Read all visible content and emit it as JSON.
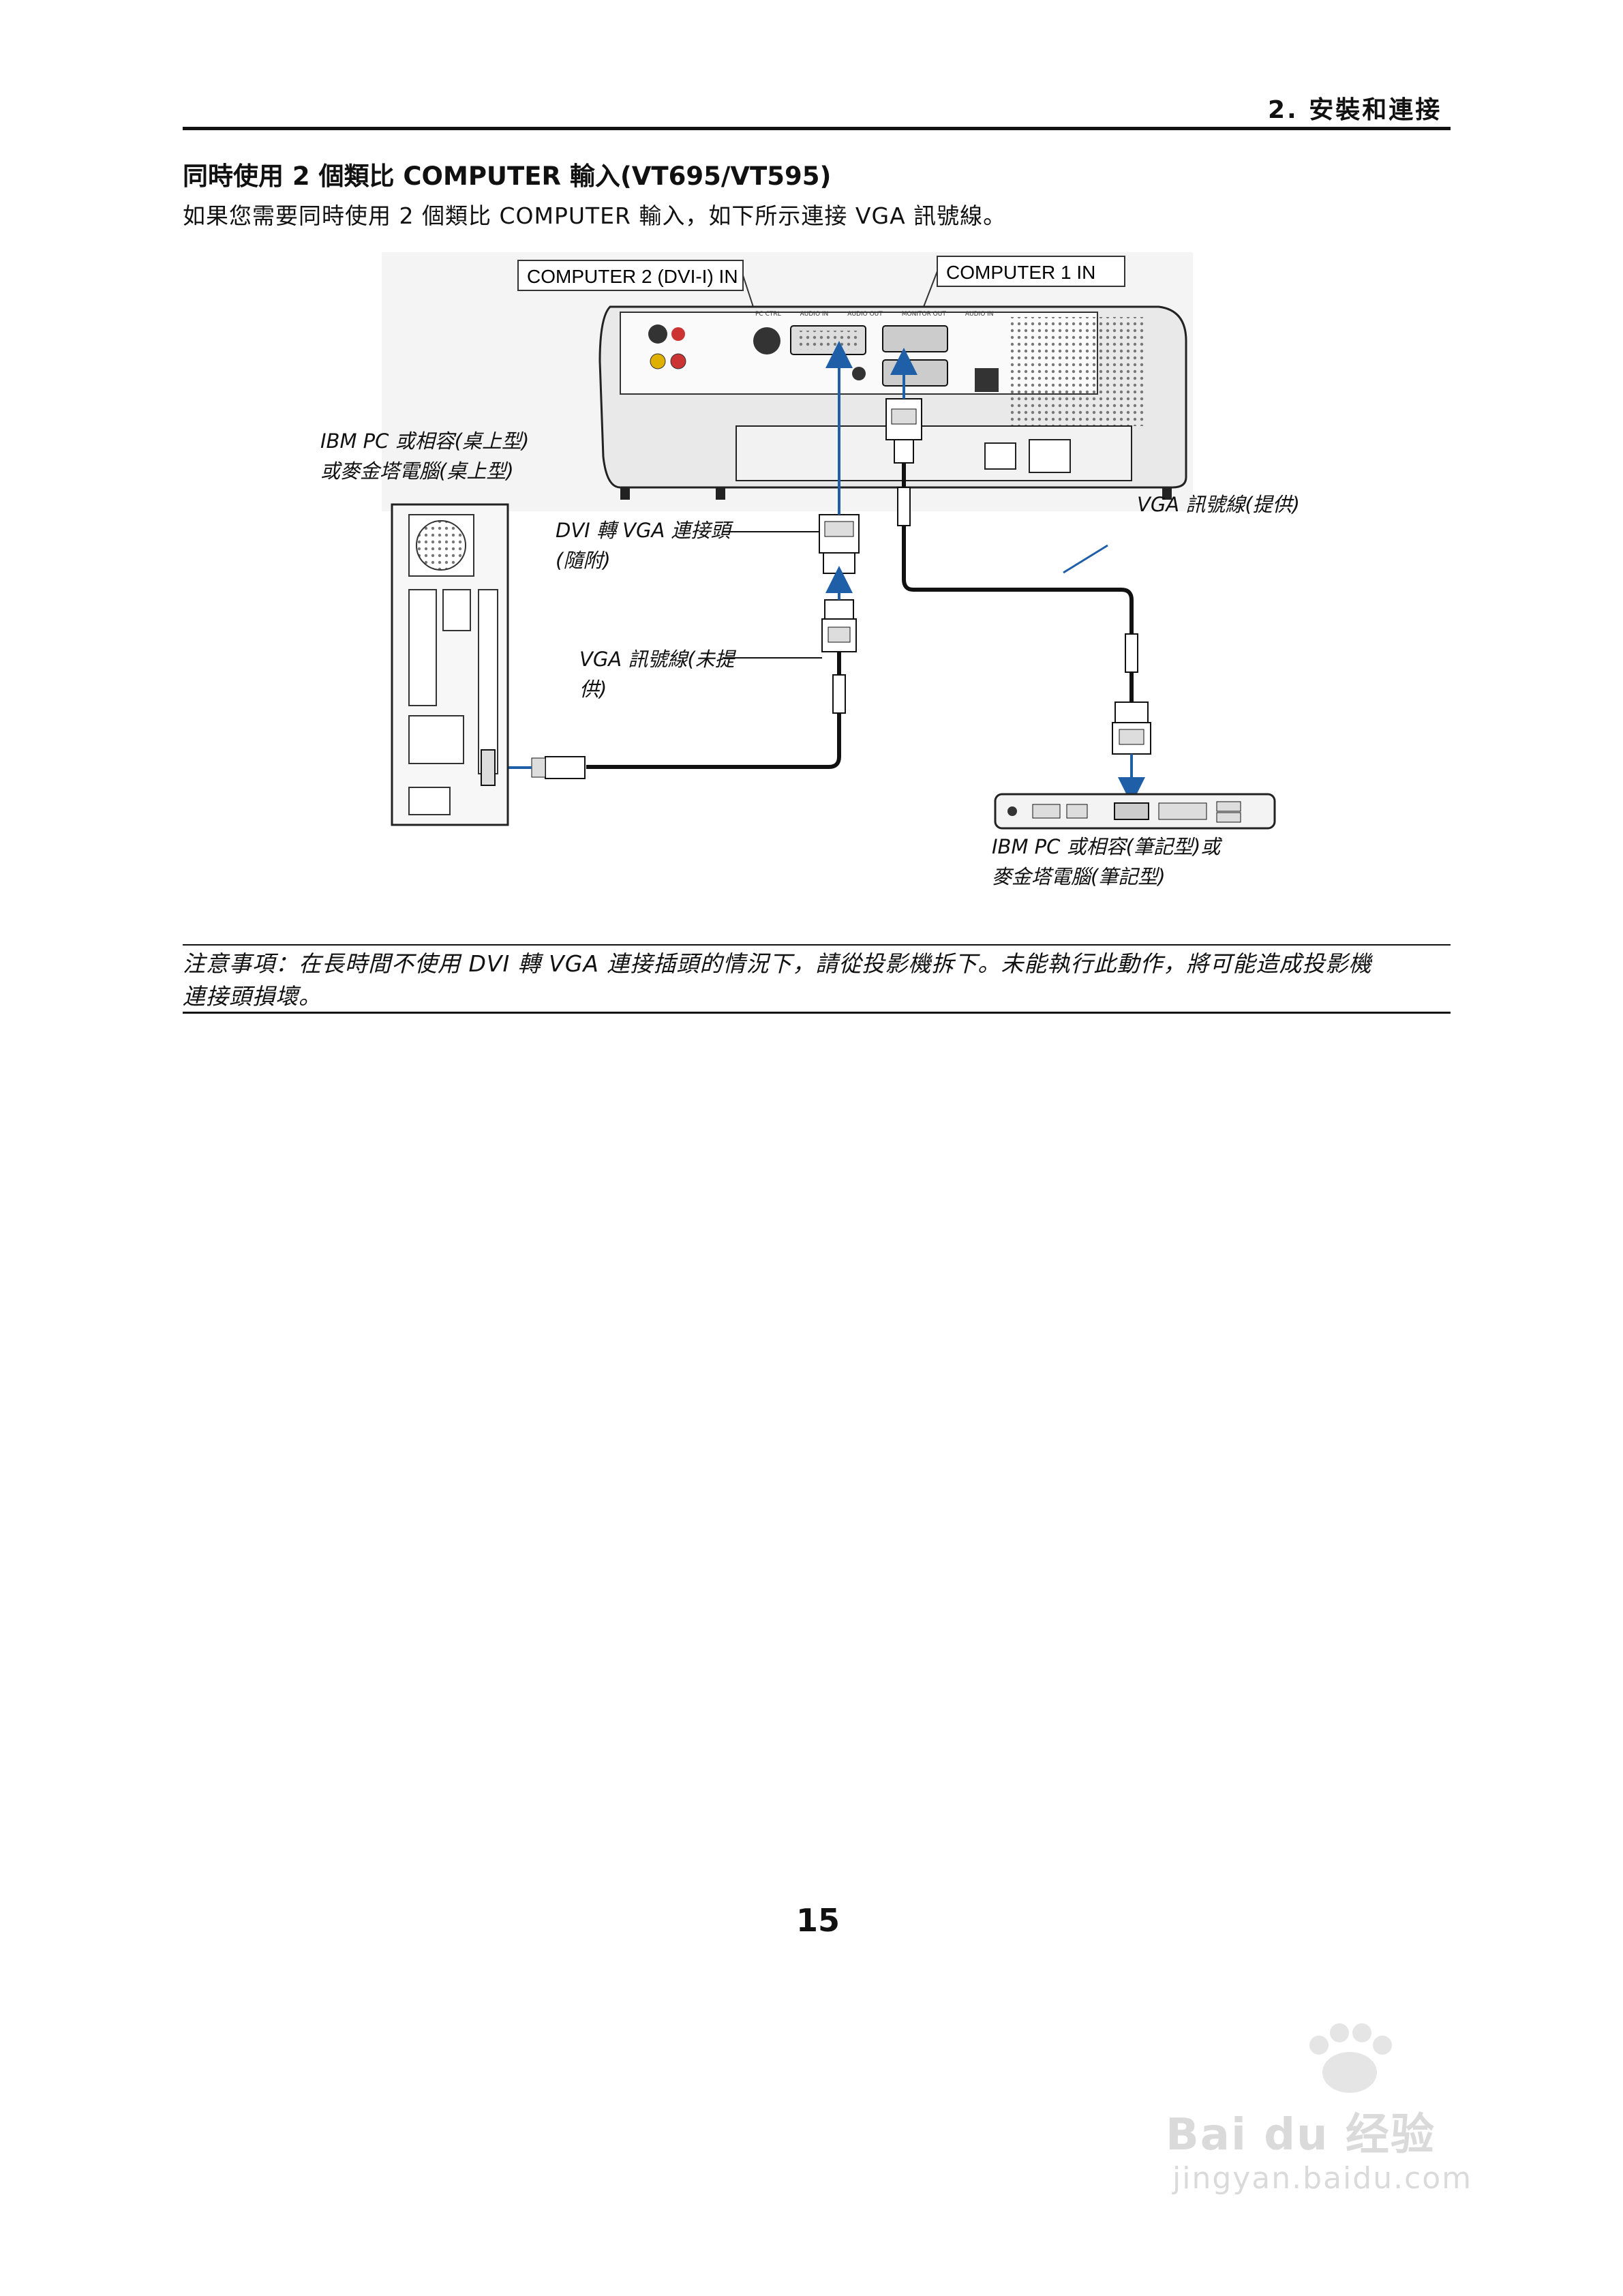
{
  "header": {
    "section_label": "2. 安裝和連接"
  },
  "section": {
    "title": "同時使用 2 個類比 COMPUTER 輸入(VT695/VT595)",
    "intro": "如果您需要同時使用 2 個類比 COMPUTER 輸入，如下所示連接 VGA 訊號線。"
  },
  "diagram": {
    "port_label_2": "COMPUTER 2 (DVI-I) IN",
    "port_label_1": "COMPUTER 1 IN",
    "desktop_label_line1": "IBM  PC  或相容(桌上型)",
    "desktop_label_line2": "或麥金塔電腦(桌上型)",
    "dvi_adapter_line1": "DVI 轉 VGA 連接頭",
    "dvi_adapter_line2": "(隨附)",
    "vga_cable_not_supplied_line1": "VGA  訊號線(未提",
    "vga_cable_not_supplied_line2": "供)",
    "vga_cable_supplied": "VGA 訊號線(提供)",
    "laptop_label_line1": "IBM  PC  或相容(筆記型)或",
    "laptop_label_line2": "麥金塔電腦(筆記型)",
    "projector_panel_labels": [
      "PC CTRL",
      "AUDIO IN",
      "AUDIO OUT",
      "MONITOR OUT",
      "AUDIO IN"
    ]
  },
  "note": {
    "line1": "注意事項：在長時間不使用 DVI 轉 VGA 連接插頭的情況下，請從投影機拆下。未能執行此動作，將可能造成投影機",
    "line2": "連接頭損壞。"
  },
  "page_number": "15",
  "watermark": {
    "line1": "Bai du 经验",
    "line2": "jingyan.baidu.com"
  },
  "colors": {
    "arrow_blue": "#1f5fa8",
    "cable": "#111111"
  }
}
